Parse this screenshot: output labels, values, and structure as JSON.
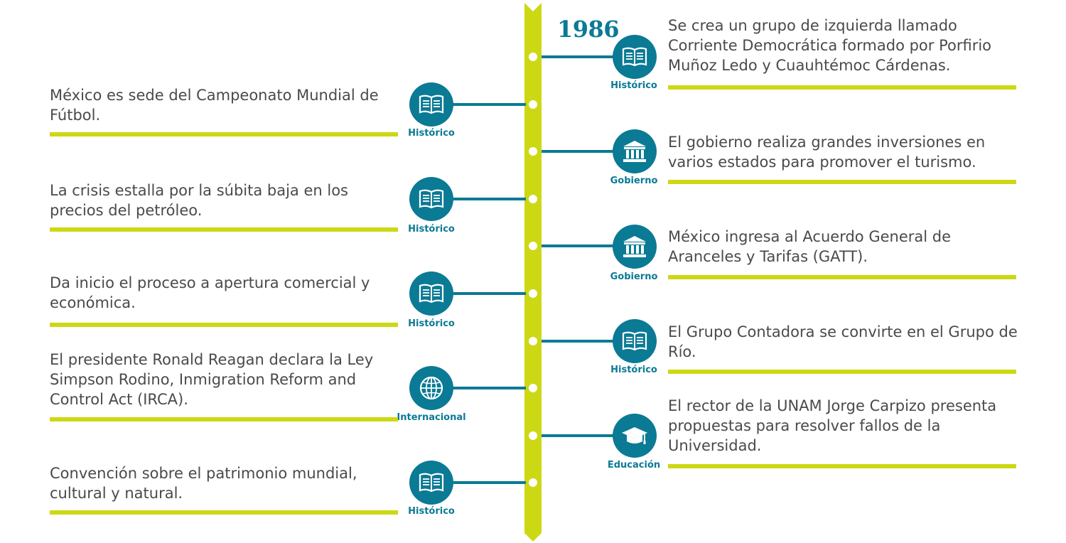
{
  "year": "1986",
  "colors": {
    "teal": "#0b7a95",
    "lime": "#cdd814",
    "text": "#4a4a4a"
  },
  "right_events": [
    {
      "text": "Se crea un grupo de izquierda llamado Corriente Democrática formado por Porfirio Muñoz Ledo y Cuauhtémoc Cárdenas.",
      "category": "Histórico",
      "icon": "book-icon"
    },
    {
      "text": "El gobierno realiza grandes inversiones en varios estados para promover el turismo.",
      "category": "Gobierno",
      "icon": "government-building-icon"
    },
    {
      "text": "México ingresa al Acuerdo General de Aranceles y Tarifas (GATT).",
      "category": "Gobierno",
      "icon": "government-building-icon"
    },
    {
      "text": "El Grupo Contadora se convirte en el Grupo de Río.",
      "category": "Histórico",
      "icon": "book-icon"
    },
    {
      "text": "El rector  de la UNAM Jorge Carpizo presenta propuestas para resolver fallos de la Universidad.",
      "category": "Educación",
      "icon": "graduation-cap-icon"
    }
  ],
  "left_events": [
    {
      "text": "México es sede del Campeonato Mundial de Fútbol.",
      "category": "Histórico",
      "icon": "book-icon"
    },
    {
      "text": "La crisis estalla por la súbita baja en los precios del petróleo.",
      "category": "Histórico",
      "icon": "book-icon"
    },
    {
      "text": "Da inicio el proceso a apertura comercial y económica.",
      "category": "Histórico",
      "icon": "book-icon"
    },
    {
      "text": "El presidente Ronald Reagan declara la Ley Simpson Rodino, Inmigration Reform and Control Act (IRCA).",
      "category": "Internacional",
      "icon": "globe-icon"
    },
    {
      "text": "Convención sobre el patrimonio mundial, cultural y natural.",
      "category": "Histórico",
      "icon": "book-icon"
    }
  ]
}
